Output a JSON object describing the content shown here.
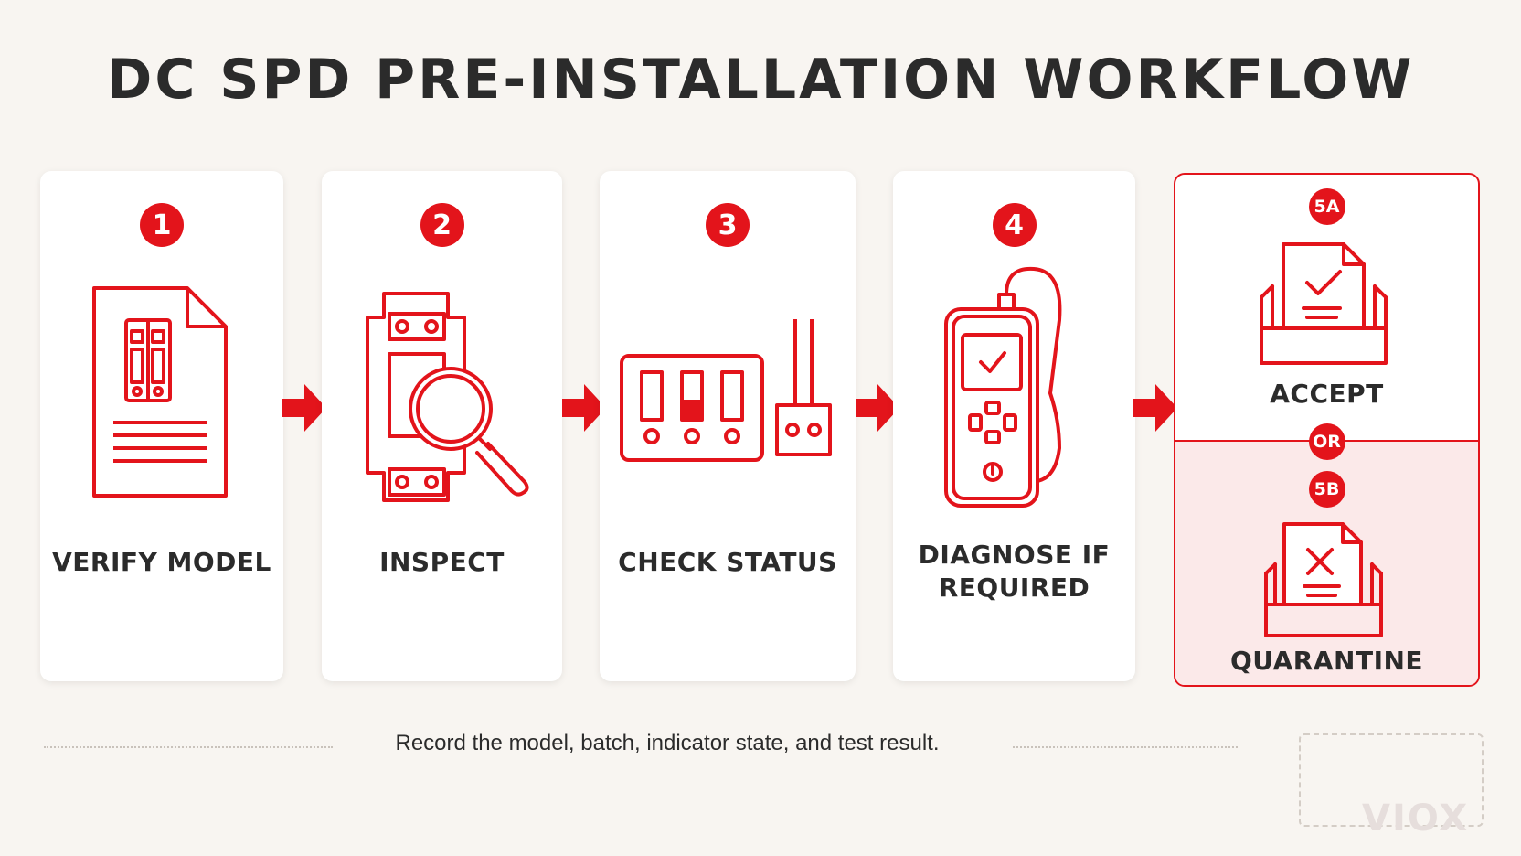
{
  "title": "DC SPD PRE-INSTALLATION WORKFLOW",
  "steps": [
    {
      "number": "1",
      "label": "VERIFY MODEL"
    },
    {
      "number": "2",
      "label": "INSPECT"
    },
    {
      "number": "3",
      "label": "CHECK STATUS"
    },
    {
      "number": "4",
      "label_line1": "DIAGNOSE IF",
      "label_line2": "REQUIRED"
    }
  ],
  "outcomes": {
    "accept": {
      "badge": "5A",
      "label": "ACCEPT"
    },
    "or": "OR",
    "quarantine": {
      "badge": "5B",
      "label": "QUARANTINE"
    }
  },
  "footer": "Record the model, batch, indicator state, and test result.",
  "logo": "VIOX",
  "colors": {
    "accent": "#e3141b",
    "text": "#2b2b2b",
    "background": "#f8f5f1"
  }
}
